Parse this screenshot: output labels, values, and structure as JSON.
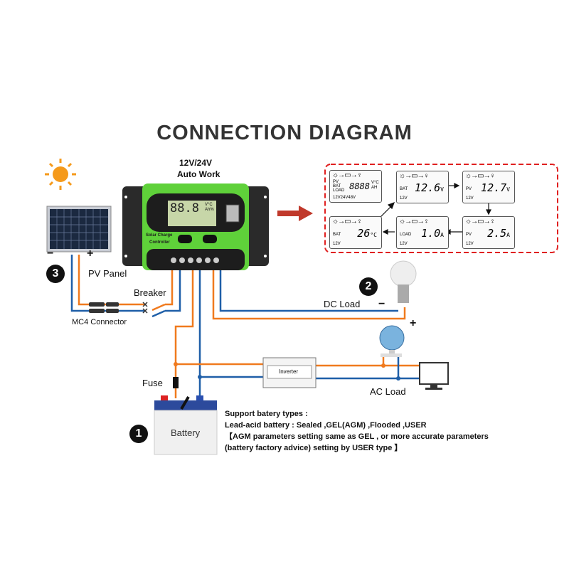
{
  "title": "CONNECTION  DIAGRAM",
  "controller": {
    "voltage": "12V/24V",
    "mode": "Auto Work",
    "brand_line1": "Solar Charge",
    "brand_line2": "Controller",
    "display": "88.8",
    "display_units": "V°C Ah%"
  },
  "labels": {
    "pv_panel": "PV Panel",
    "breaker": "Breaker",
    "mc4": "MC4 Connector",
    "dc_load": "DC Load",
    "ac_load": "AC Load",
    "fuse": "Fuse",
    "battery": "Battery",
    "inverter": "Inverter",
    "minus": "−",
    "plus": "+",
    "dc_minus": "−",
    "dc_plus": "+"
  },
  "badges": [
    "1",
    "2",
    "3"
  ],
  "lcd_screens": [
    {
      "name": "BAT",
      "value": "12.6",
      "unit": "V",
      "system": "12V"
    },
    {
      "name": "PV",
      "value": "12.7",
      "unit": "V",
      "system": "12V"
    },
    {
      "name": "PV",
      "value": "2.5",
      "unit": "A",
      "system": "12V"
    },
    {
      "name": "LOAD",
      "value": "1.0",
      "unit": "A",
      "system": "12V"
    },
    {
      "name": "BAT",
      "value": "26",
      "unit": "°C",
      "system": "12V"
    }
  ],
  "lcd_overview": {
    "rows": "PV BAT LOAD",
    "digits": "8888",
    "units": "V°C AH",
    "systems": "12V24V48V"
  },
  "notes": [
    "Support batery types :",
    "Lead-acid battery : Sealed ,GEL(AGM) ,Flooded ,USER",
    "【AGM parameters setting same as GEL , or more accurate parameters",
    "(battery factory advice) setting by USER type 】"
  ],
  "colors": {
    "positive_wire": "#f07a1e",
    "negative_wire": "#1f5fa8",
    "controller_green": "#5fd13a",
    "dashed_border": "#e02020"
  }
}
